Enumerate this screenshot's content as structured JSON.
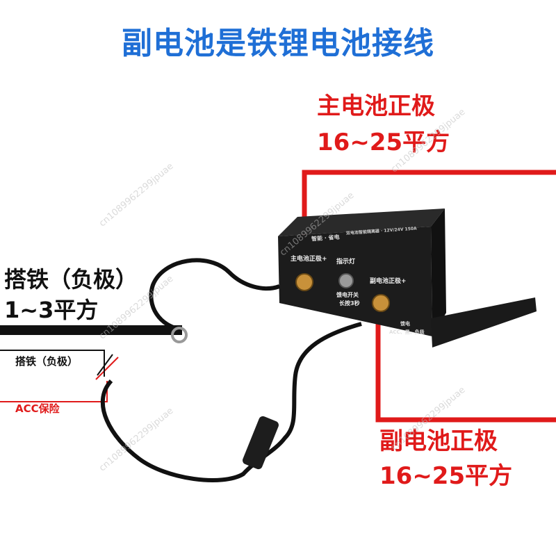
{
  "title": "副电池是铁锂电池接线",
  "labels": {
    "main_positive": {
      "line1": "主电池正极",
      "line2": "16~25平方"
    },
    "aux_positive": {
      "line1": "副电池正极",
      "line2": "16~25平方"
    },
    "ground": {
      "line1": "搭铁（负极）",
      "line2": "1~3平方"
    },
    "ground_small": "搭铁（负极）",
    "acc_fuse": "ACC保险"
  },
  "device": {
    "top_text": "智能 · 省电",
    "top_subtext": "双电池智能隔离器 · 12V/24V 150A",
    "main_terminal": "主电池正极+",
    "indicator": "指示灯",
    "switch_line1": "馈电开关",
    "switch_line2": "长按3秒",
    "aux_terminal": "副电池正极+",
    "bottom_line1": "馈电",
    "bottom_line2": "ACC、黑、负极"
  },
  "watermark": "cn1089962299jpuae",
  "colors": {
    "title": "#1f6fd6",
    "wire_red": "#e01a1a",
    "wire_black": "#111111",
    "device": "#1c1c1c"
  }
}
